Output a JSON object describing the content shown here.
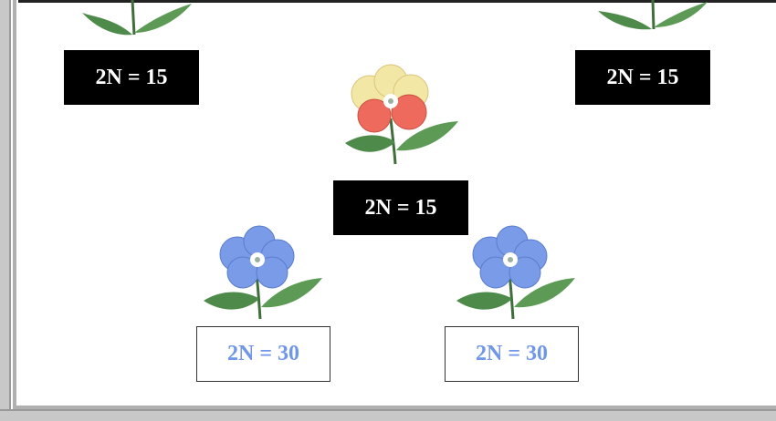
{
  "labels": {
    "top_left": "2N = 15",
    "top_right": "2N = 15",
    "middle": "2N = 15",
    "bottom_left": "2N = 30",
    "bottom_right": "2N = 30"
  },
  "colors": {
    "label_dark_bg": "#000000",
    "label_dark_text": "#ffffff",
    "label_light_text": "#6f96e8",
    "leaf": "#4e8a4a",
    "petal_blue": "#7a9be8",
    "petal_cream": "#f3e7a6",
    "petal_red": "#ee6a5c"
  },
  "icons": [
    "flower-cream-red-icon",
    "flower-blue-icon",
    "flower-partial-icon"
  ]
}
